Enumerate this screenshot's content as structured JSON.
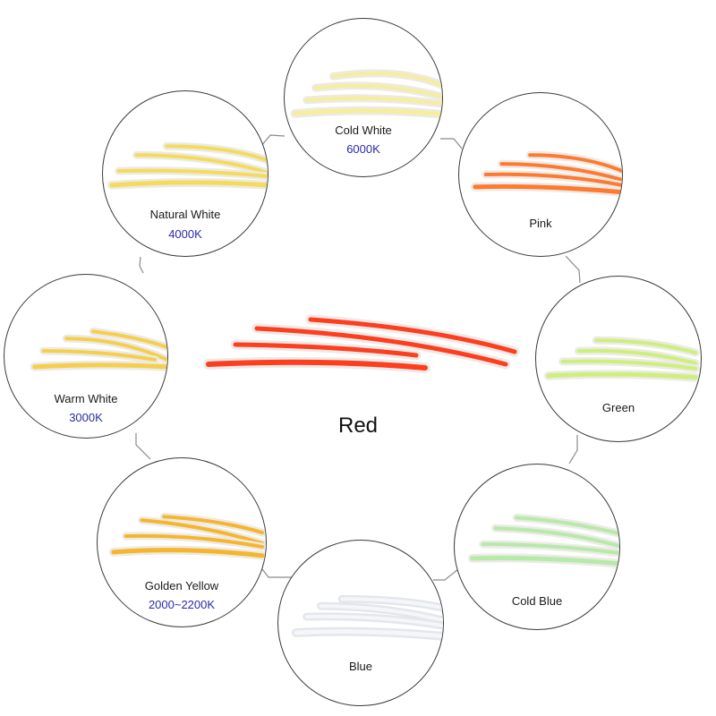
{
  "center": {
    "label": "Red",
    "strip_color": "#ff3d1f"
  },
  "variants": [
    {
      "name": "Cold White",
      "temp": "6000K",
      "strip_color": "#f6ee9a"
    },
    {
      "name": "Natural White",
      "temp": "4000K",
      "strip_color": "#f4dc5a"
    },
    {
      "name": "Pink",
      "temp": null,
      "strip_color": "#ff7a2e"
    },
    {
      "name": "Warm White",
      "temp": "3000K",
      "strip_color": "#f5cf4a"
    },
    {
      "name": "Green",
      "temp": null,
      "strip_color": "#cdf07a"
    },
    {
      "name": "Golden Yellow",
      "temp": "2000~2200K",
      "strip_color": "#f7b52a"
    },
    {
      "name": "Cold Blue",
      "temp": null,
      "strip_color": "#b6eaa8"
    },
    {
      "name": "Blue",
      "temp": null,
      "strip_color": "#eef0f4"
    }
  ],
  "colors": {
    "circle_border": "#3a3a3a",
    "connector": "#8a8a8a",
    "temp_text": "#2a2aa8",
    "strip_base": "#eceae6",
    "solder_pad": "#a0582a"
  }
}
